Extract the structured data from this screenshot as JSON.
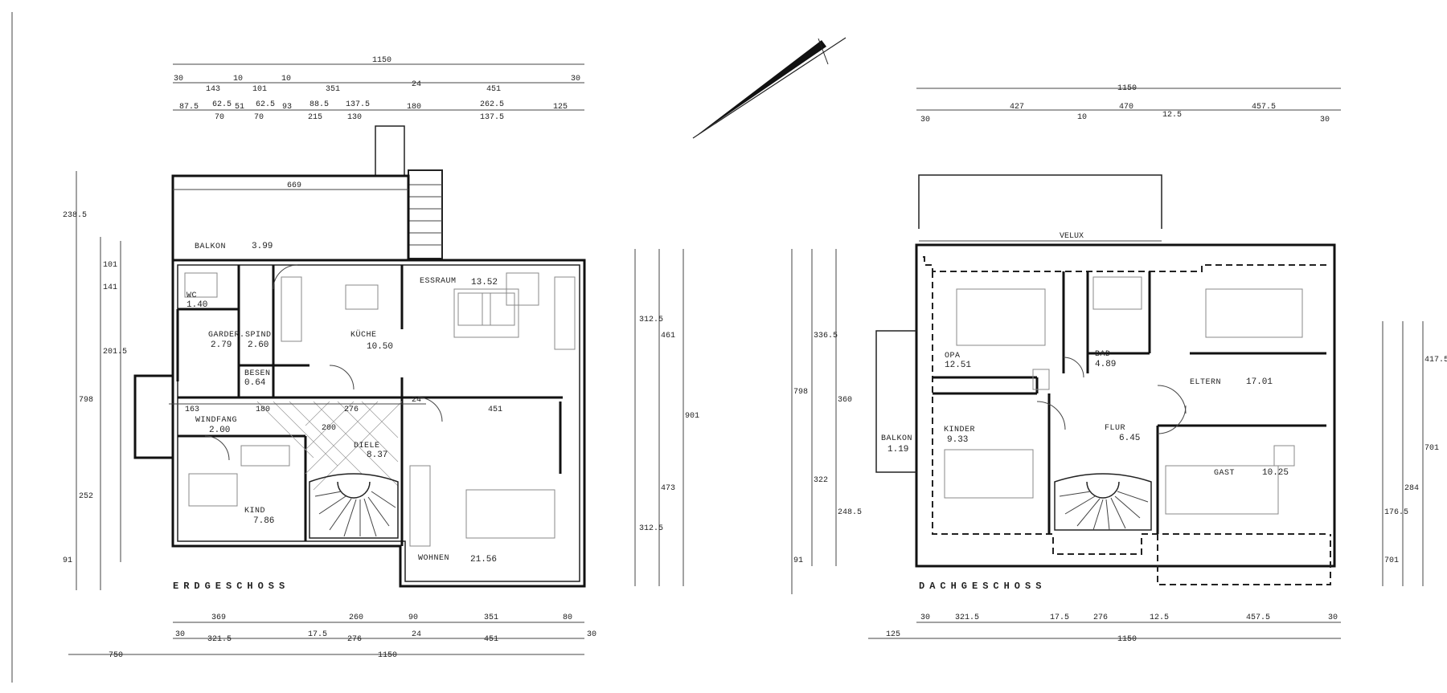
{
  "ground_floor": {
    "title": "ERDGESCHOSS",
    "rooms": [
      {
        "name": "BALKON",
        "area": "3.99"
      },
      {
        "name": "WC",
        "area": "1.40"
      },
      {
        "name": "GARDER.",
        "area": "2.79"
      },
      {
        "name": "SPIND",
        "area": "2.60"
      },
      {
        "name": "BESEN",
        "area": "0.64"
      },
      {
        "name": "KÜCHE",
        "area": "10.50"
      },
      {
        "name": "ESSRAUM",
        "area": "13.52"
      },
      {
        "name": "WINDFANG",
        "area": "2.00"
      },
      {
        "name": "DIELE",
        "area": "8.37"
      },
      {
        "name": "KIND",
        "area": "7.86"
      },
      {
        "name": "WOHNEN",
        "area": "21.56"
      }
    ],
    "dims_top_overall": "1150",
    "dims_top_row1": [
      "30",
      "143",
      "10",
      "101",
      "10",
      "351",
      "24",
      "451",
      "30"
    ],
    "dims_top_row2": [
      "87.5",
      "62.5",
      "51",
      "62.5",
      "93",
      "88.5",
      "137.5",
      "180",
      "262.5",
      "125"
    ],
    "dims_top_row2_sub": [
      "70",
      "70",
      "215",
      "130",
      "137.5"
    ],
    "balcony_width": "669",
    "dims_left": [
      "238.5",
      "141",
      "101",
      "201.5",
      "798",
      "252",
      "91"
    ],
    "dims_right": [
      "312.5",
      "461",
      "901",
      "473",
      "312.5"
    ],
    "dims_bottom_row1": [
      "369",
      "260",
      "90",
      "351",
      "80"
    ],
    "dims_bottom_row2": [
      "30",
      "321.5",
      "17.5",
      "276",
      "24",
      "451",
      "30"
    ],
    "dims_bottom_overall": [
      "750",
      "1150"
    ],
    "inner_dims": [
      "163",
      "180",
      "276",
      "451",
      "24",
      "200"
    ]
  },
  "attic_floor": {
    "title": "DACHGESCHOSS",
    "rooms": [
      {
        "name": "OPA",
        "area": "12.51"
      },
      {
        "name": "BAD",
        "area": "4.89"
      },
      {
        "name": "ELTERN",
        "area": "17.01"
      },
      {
        "name": "BALKON",
        "area": "1.19"
      },
      {
        "name": "KINDER",
        "area": "9.33"
      },
      {
        "name": "FLUR",
        "area": "6.45"
      },
      {
        "name": "GAST",
        "area": "10.25"
      }
    ],
    "dims_top_overall": "1150",
    "dims_top_row": [
      "30",
      "427",
      "10",
      "470",
      "12.5",
      "457.5",
      "30"
    ],
    "velux_label": "VELUX",
    "dims_left": [
      "336.5",
      "798",
      "360",
      "322",
      "248.5",
      "91"
    ],
    "dims_right": [
      "417.5",
      "701",
      "176.5",
      "284",
      "701"
    ],
    "dims_bottom_row1": [
      "30",
      "321.5",
      "17.5",
      "276",
      "12.5",
      "457.5",
      "30"
    ],
    "dims_bottom_overall": [
      "125",
      "1150"
    ]
  }
}
